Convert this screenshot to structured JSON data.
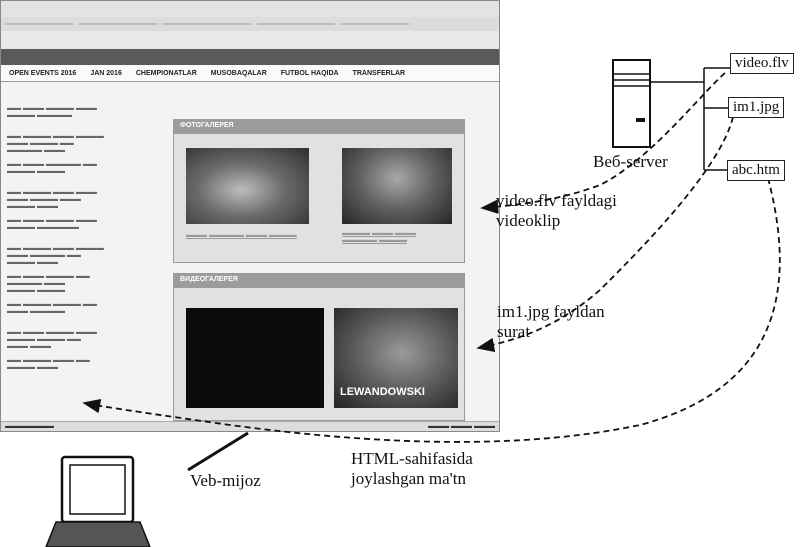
{
  "labels": {
    "server": "Beб-server",
    "video_clip": "video.flv fayldagi\nvideoklip",
    "image": "im1.jpg fayldan\nsurat",
    "text": "HTML-sahifasida\njoylashgan ma'tn",
    "client": "Veb-mijoz"
  },
  "files": [
    "video.flv",
    "im1.jpg",
    "abc.htm"
  ],
  "screenshot": {
    "nav_tabs": [
      "OPEN EVENTS 2016",
      "JAN 2016",
      "CHEMPIONATLAR",
      "MUSOBAQALAR",
      "FUTBOL HAQIDA",
      "TRANSFERLAR"
    ],
    "photo_header": "ФОТОГАЛЕРЕЯ",
    "video_header": "ВИДЕОГАЛЕРЕЯ",
    "player_name": "LEWANDOWSKI"
  }
}
